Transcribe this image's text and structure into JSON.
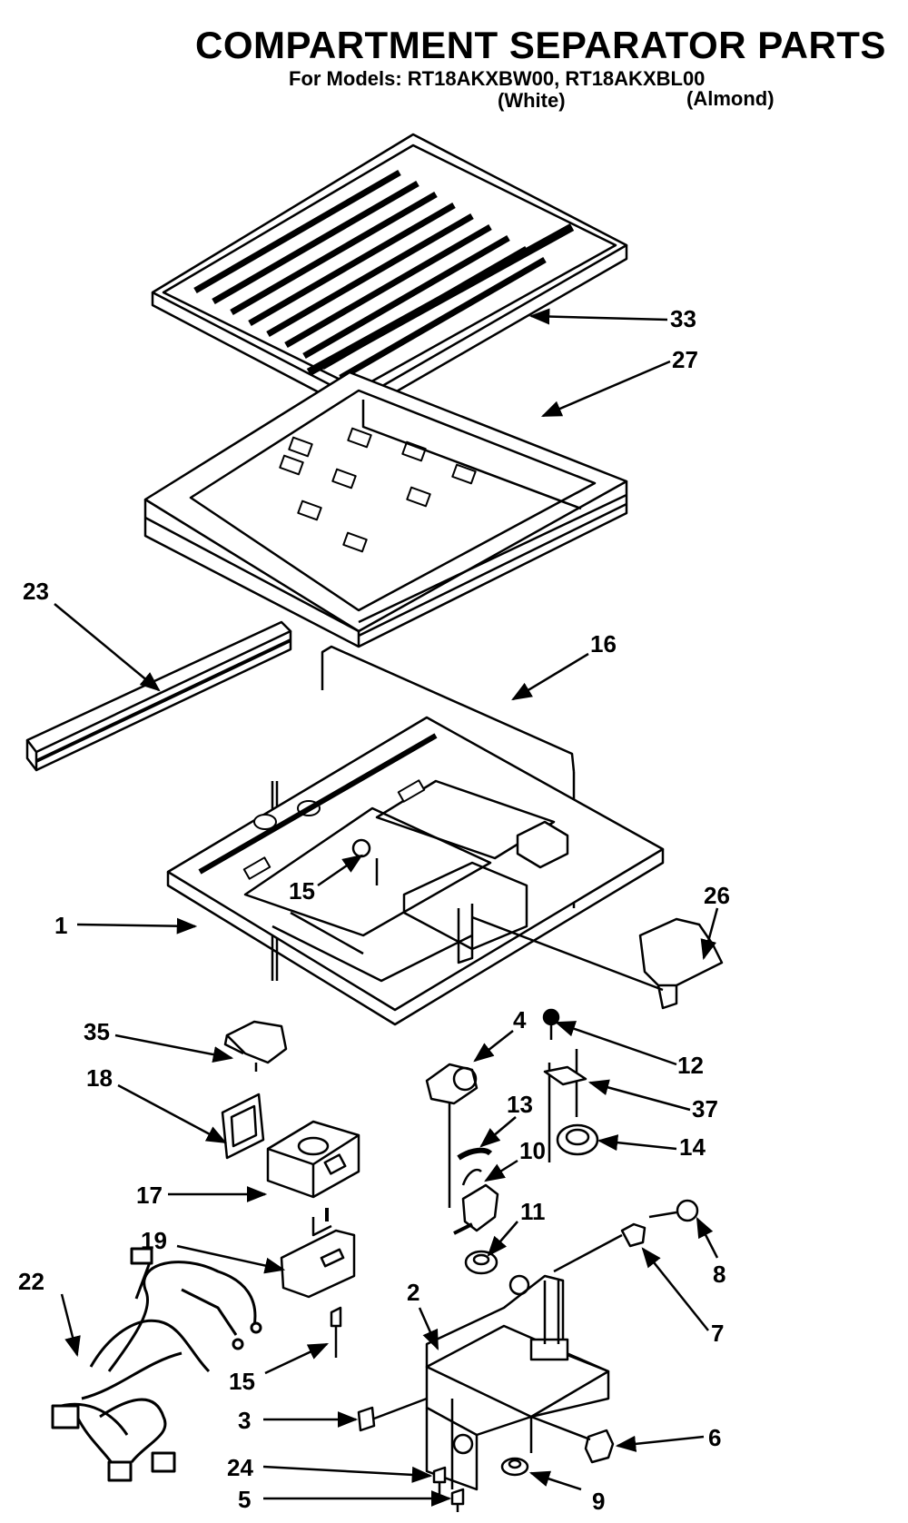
{
  "header": {
    "title": "COMPARTMENT SEPARATOR PARTS",
    "models_line": "For Models: RT18AKXBW00, RT18AKXBL00",
    "color_white": "(White)",
    "color_almond": "(Almond)"
  },
  "callouts": {
    "p33": "33",
    "p27": "27",
    "p23": "23",
    "p16": "16",
    "p15a": "15",
    "p1": "1",
    "p26": "26",
    "p35": "35",
    "p4": "4",
    "p12": "12",
    "p18": "18",
    "p13": "13",
    "p37": "37",
    "p10": "10",
    "p14": "14",
    "p17": "17",
    "p11": "11",
    "p19": "19",
    "p8": "8",
    "p22": "22",
    "p2": "2",
    "p7": "7",
    "p15b": "15",
    "p3": "3",
    "p6": "6",
    "p24": "24",
    "p9": "9",
    "p5": "5"
  }
}
